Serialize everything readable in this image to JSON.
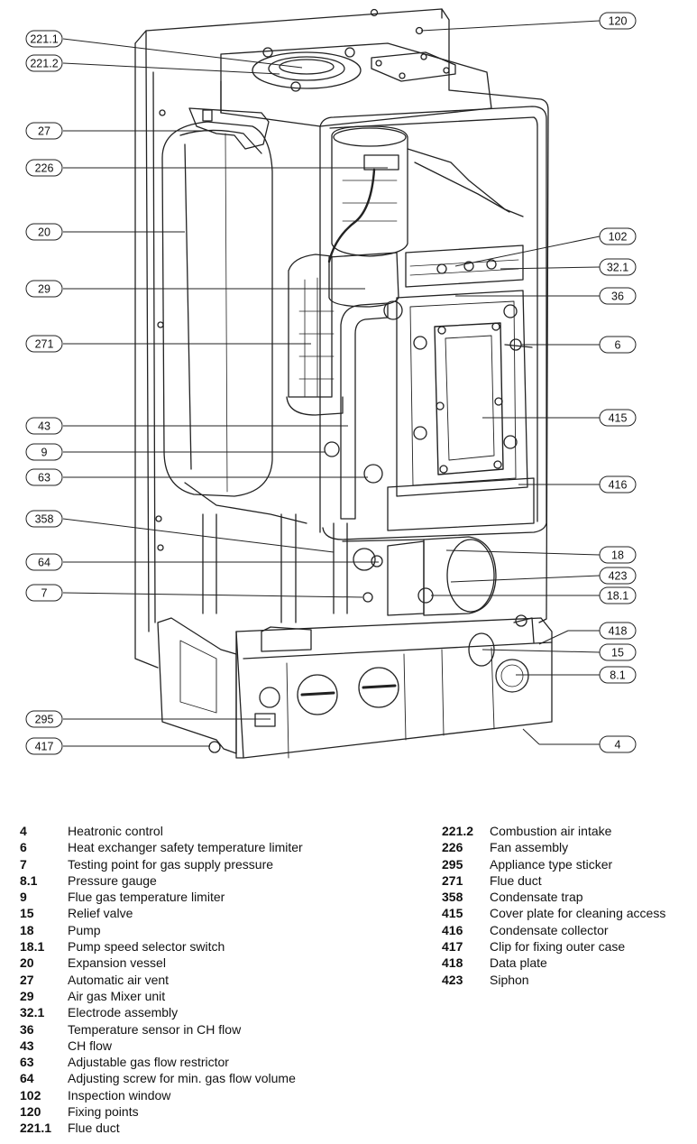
{
  "callouts_left": [
    "221.1",
    "221.2",
    "27",
    "226",
    "20",
    "29",
    "271",
    "43",
    "9",
    "63",
    "358",
    "64",
    "7",
    "295",
    "417"
  ],
  "callouts_right": [
    "120",
    "102",
    "32.1",
    "36",
    "6",
    "415",
    "416",
    "18",
    "423",
    "18.1",
    "418",
    "15",
    "8.1",
    "4"
  ],
  "legend_left": [
    {
      "num": "4",
      "text": "Heatronic control"
    },
    {
      "num": "6",
      "text": "Heat exchanger safety temperature limiter"
    },
    {
      "num": "7",
      "text": "Testing point for gas supply pressure"
    },
    {
      "num": "8.1",
      "text": "Pressure gauge"
    },
    {
      "num": "9",
      "text": "Flue gas temperature limiter"
    },
    {
      "num": "15",
      "text": "Relief valve"
    },
    {
      "num": "18",
      "text": "Pump"
    },
    {
      "num": "18.1",
      "text": "Pump speed selector switch"
    },
    {
      "num": "20",
      "text": "Expansion vessel"
    },
    {
      "num": "27",
      "text": "Automatic air vent"
    },
    {
      "num": "29",
      "text": "Air gas Mixer unit"
    },
    {
      "num": "32.1",
      "text": "Electrode assembly"
    },
    {
      "num": "36",
      "text": "Temperature sensor in CH flow"
    },
    {
      "num": "43",
      "text": "CH flow"
    },
    {
      "num": "63",
      "text": "Adjustable gas flow restrictor"
    },
    {
      "num": "64",
      "text": "Adjusting screw for min. gas flow volume"
    },
    {
      "num": "102",
      "text": "Inspection window"
    },
    {
      "num": "120",
      "text": "Fixing points"
    },
    {
      "num": "221.1",
      "text": "Flue duct"
    }
  ],
  "legend_right": [
    {
      "num": "221.2",
      "text": "Combustion air intake"
    },
    {
      "num": "226",
      "text": "Fan assembly"
    },
    {
      "num": "295",
      "text": "Appliance type sticker"
    },
    {
      "num": "271",
      "text": "Flue duct"
    },
    {
      "num": "358",
      "text": "Condensate trap"
    },
    {
      "num": "415",
      "text": "Cover plate for cleaning access"
    },
    {
      "num": "416",
      "text": "Condensate collector"
    },
    {
      "num": "417",
      "text": "Clip for fixing outer case"
    },
    {
      "num": "418",
      "text": "Data plate"
    },
    {
      "num": "423",
      "text": "Siphon"
    }
  ]
}
